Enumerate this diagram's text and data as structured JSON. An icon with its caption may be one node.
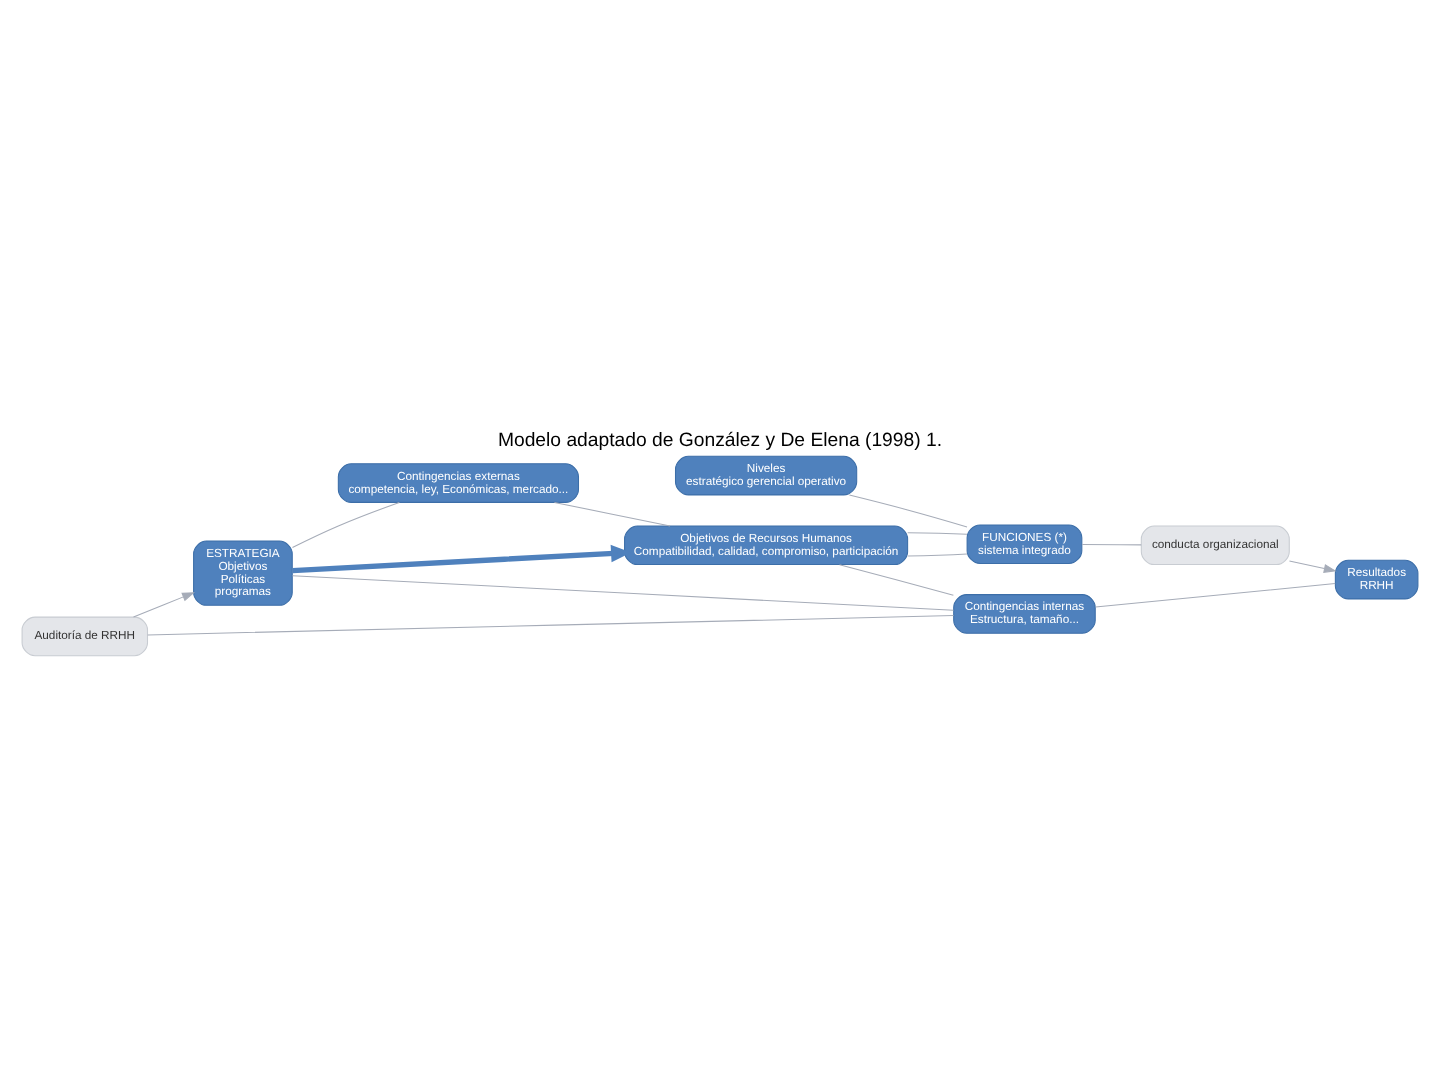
{
  "diagram": {
    "title": "Modelo adaptado de González y De Elena (1998) 1.",
    "nodes": [
      {
        "text": [
          "Contingencias externas",
          "competencia, ley, Económicas, mercado..."
        ]
      },
      {
        "text": [
          "Niveles",
          "estratégico gerencial operativo"
        ]
      },
      {
        "text": [
          "ESTRATEGIA",
          "Objetivos",
          "Políticas",
          "programas"
        ]
      },
      {
        "text": [
          "Objetivos de Recursos Humanos",
          "Compatibilidad, calidad, compromiso, participación"
        ]
      },
      {
        "text": [
          "FUNCIONES (*)",
          "sistema integrado"
        ]
      },
      {
        "text": [
          "conducta organizacional"
        ]
      },
      {
        "text": [
          "Auditoría de RRHH"
        ]
      },
      {
        "text": [
          "Contingencias internas",
          "Estructura, tamaño..."
        ]
      },
      {
        "text": [
          "Resultados",
          "RRHH"
        ]
      }
    ],
    "edges": [
      {
        "from": 2,
        "to": 0,
        "arrow": "none"
      },
      {
        "from": 2,
        "to": 3,
        "arrow": "to",
        "style": "thick"
      },
      {
        "from": 2,
        "to": 7,
        "arrow": "none"
      },
      {
        "from": 0,
        "to": 3,
        "arrow": "none"
      },
      {
        "from": 1,
        "to": 4,
        "arrow": "none"
      },
      {
        "from": 3,
        "to": 4,
        "arrow": "none"
      },
      {
        "from": 3,
        "to": 4,
        "arrow": "none"
      },
      {
        "from": 3,
        "to": 7,
        "arrow": "none"
      },
      {
        "from": 6,
        "to": 7,
        "arrow": "none"
      },
      {
        "from": 6,
        "to": 2,
        "arrow": "to"
      },
      {
        "from": 7,
        "to": 8,
        "arrow": "none"
      },
      {
        "from": 4,
        "to": 5,
        "arrow": "none"
      },
      {
        "from": 5,
        "to": 8,
        "arrow": "to"
      }
    ]
  }
}
